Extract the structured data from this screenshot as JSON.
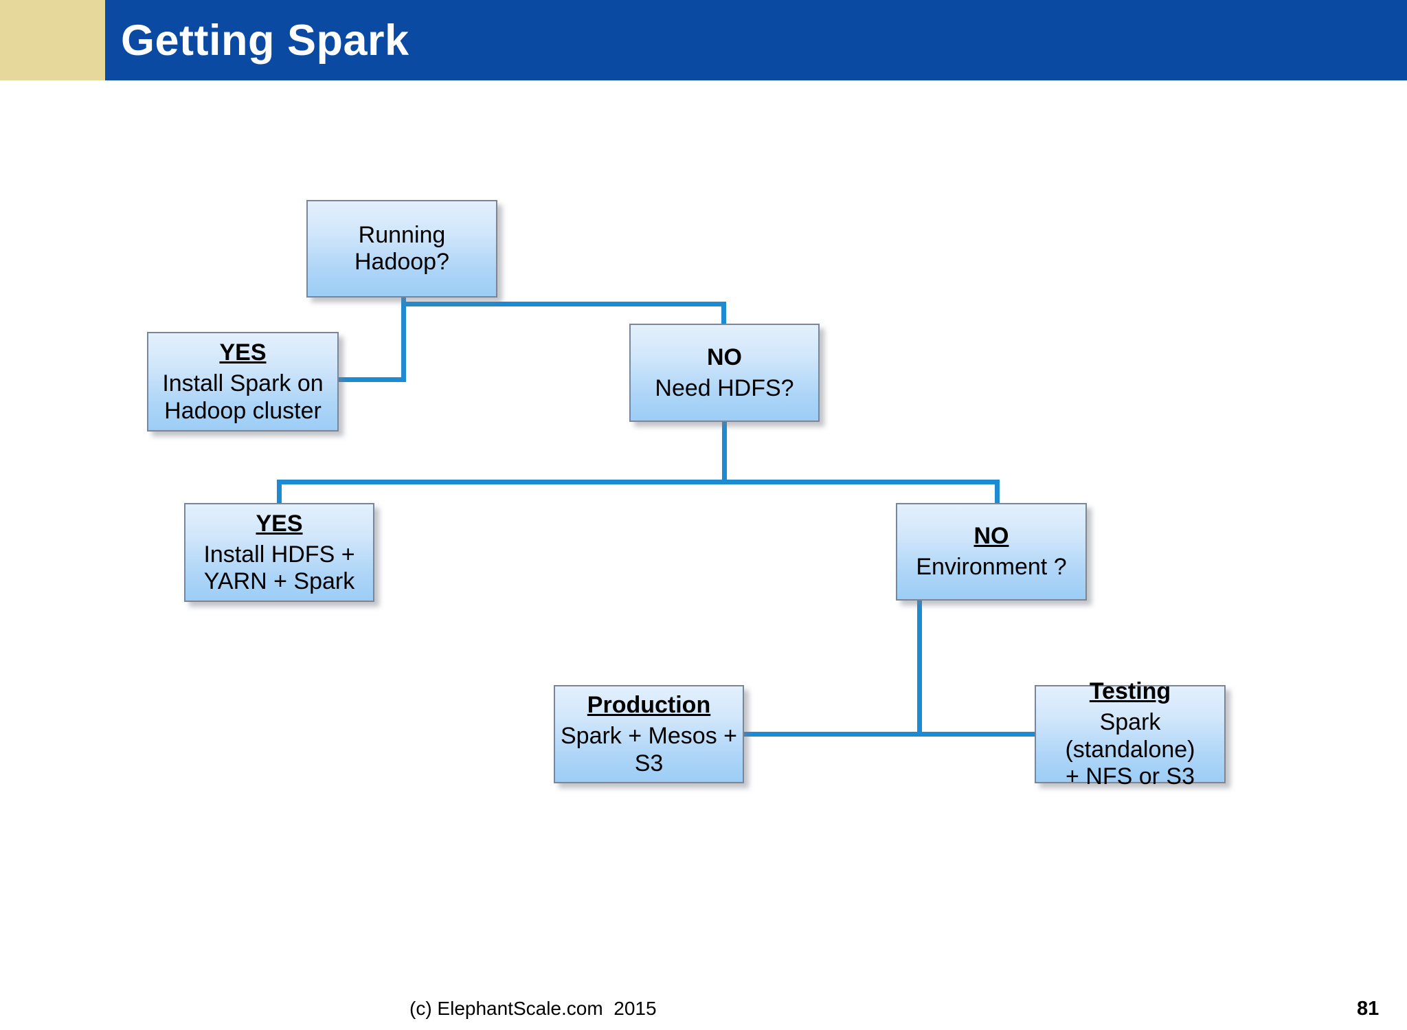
{
  "header": {
    "title": "Getting Spark",
    "blue_color": "#0a4aa3",
    "tan_color": "#e6d79a",
    "title_color": "#ffffff"
  },
  "diagram": {
    "type": "flowchart",
    "connector_color": "#1e8ad2",
    "node_fill_top": "#e3f0fc",
    "node_fill_bottom": "#9ccdf6",
    "node_border_color": "#7b8595",
    "nodes": [
      {
        "id": "running-hadoop",
        "head": "",
        "head_underline": false,
        "body": "Running Hadoop?",
        "single_line": true
      },
      {
        "id": "yes-install-spark",
        "head": "YES",
        "head_underline": true,
        "body": "Install Spark on\nHadoop cluster",
        "single_line": false
      },
      {
        "id": "no-need-hdfs",
        "head": "NO",
        "head_underline": false,
        "body": "Need HDFS?",
        "single_line": false
      },
      {
        "id": "yes-install-hdfs",
        "head": "YES",
        "head_underline": true,
        "body": "Install HDFS +\nYARN + Spark",
        "single_line": false
      },
      {
        "id": "no-environment",
        "head": "NO",
        "head_underline": true,
        "body": "Environment ?",
        "single_line": false
      },
      {
        "id": "production",
        "head": "Production",
        "head_underline": true,
        "body": "Spark + Mesos +\nS3",
        "single_line": false
      },
      {
        "id": "testing",
        "head": "Testing",
        "head_underline": true,
        "body": "Spark (standalone)\n+ NFS or S3",
        "single_line": false
      }
    ],
    "edges": [
      {
        "from": "running-hadoop",
        "to": "yes-install-spark"
      },
      {
        "from": "running-hadoop",
        "to": "no-need-hdfs"
      },
      {
        "from": "no-need-hdfs",
        "to": "yes-install-hdfs"
      },
      {
        "from": "no-need-hdfs",
        "to": "no-environment"
      },
      {
        "from": "no-environment",
        "to": "production"
      },
      {
        "from": "no-environment",
        "to": "testing"
      }
    ]
  },
  "footer": {
    "copyright": "(c) ElephantScale.com  2015",
    "page_number": "81"
  }
}
